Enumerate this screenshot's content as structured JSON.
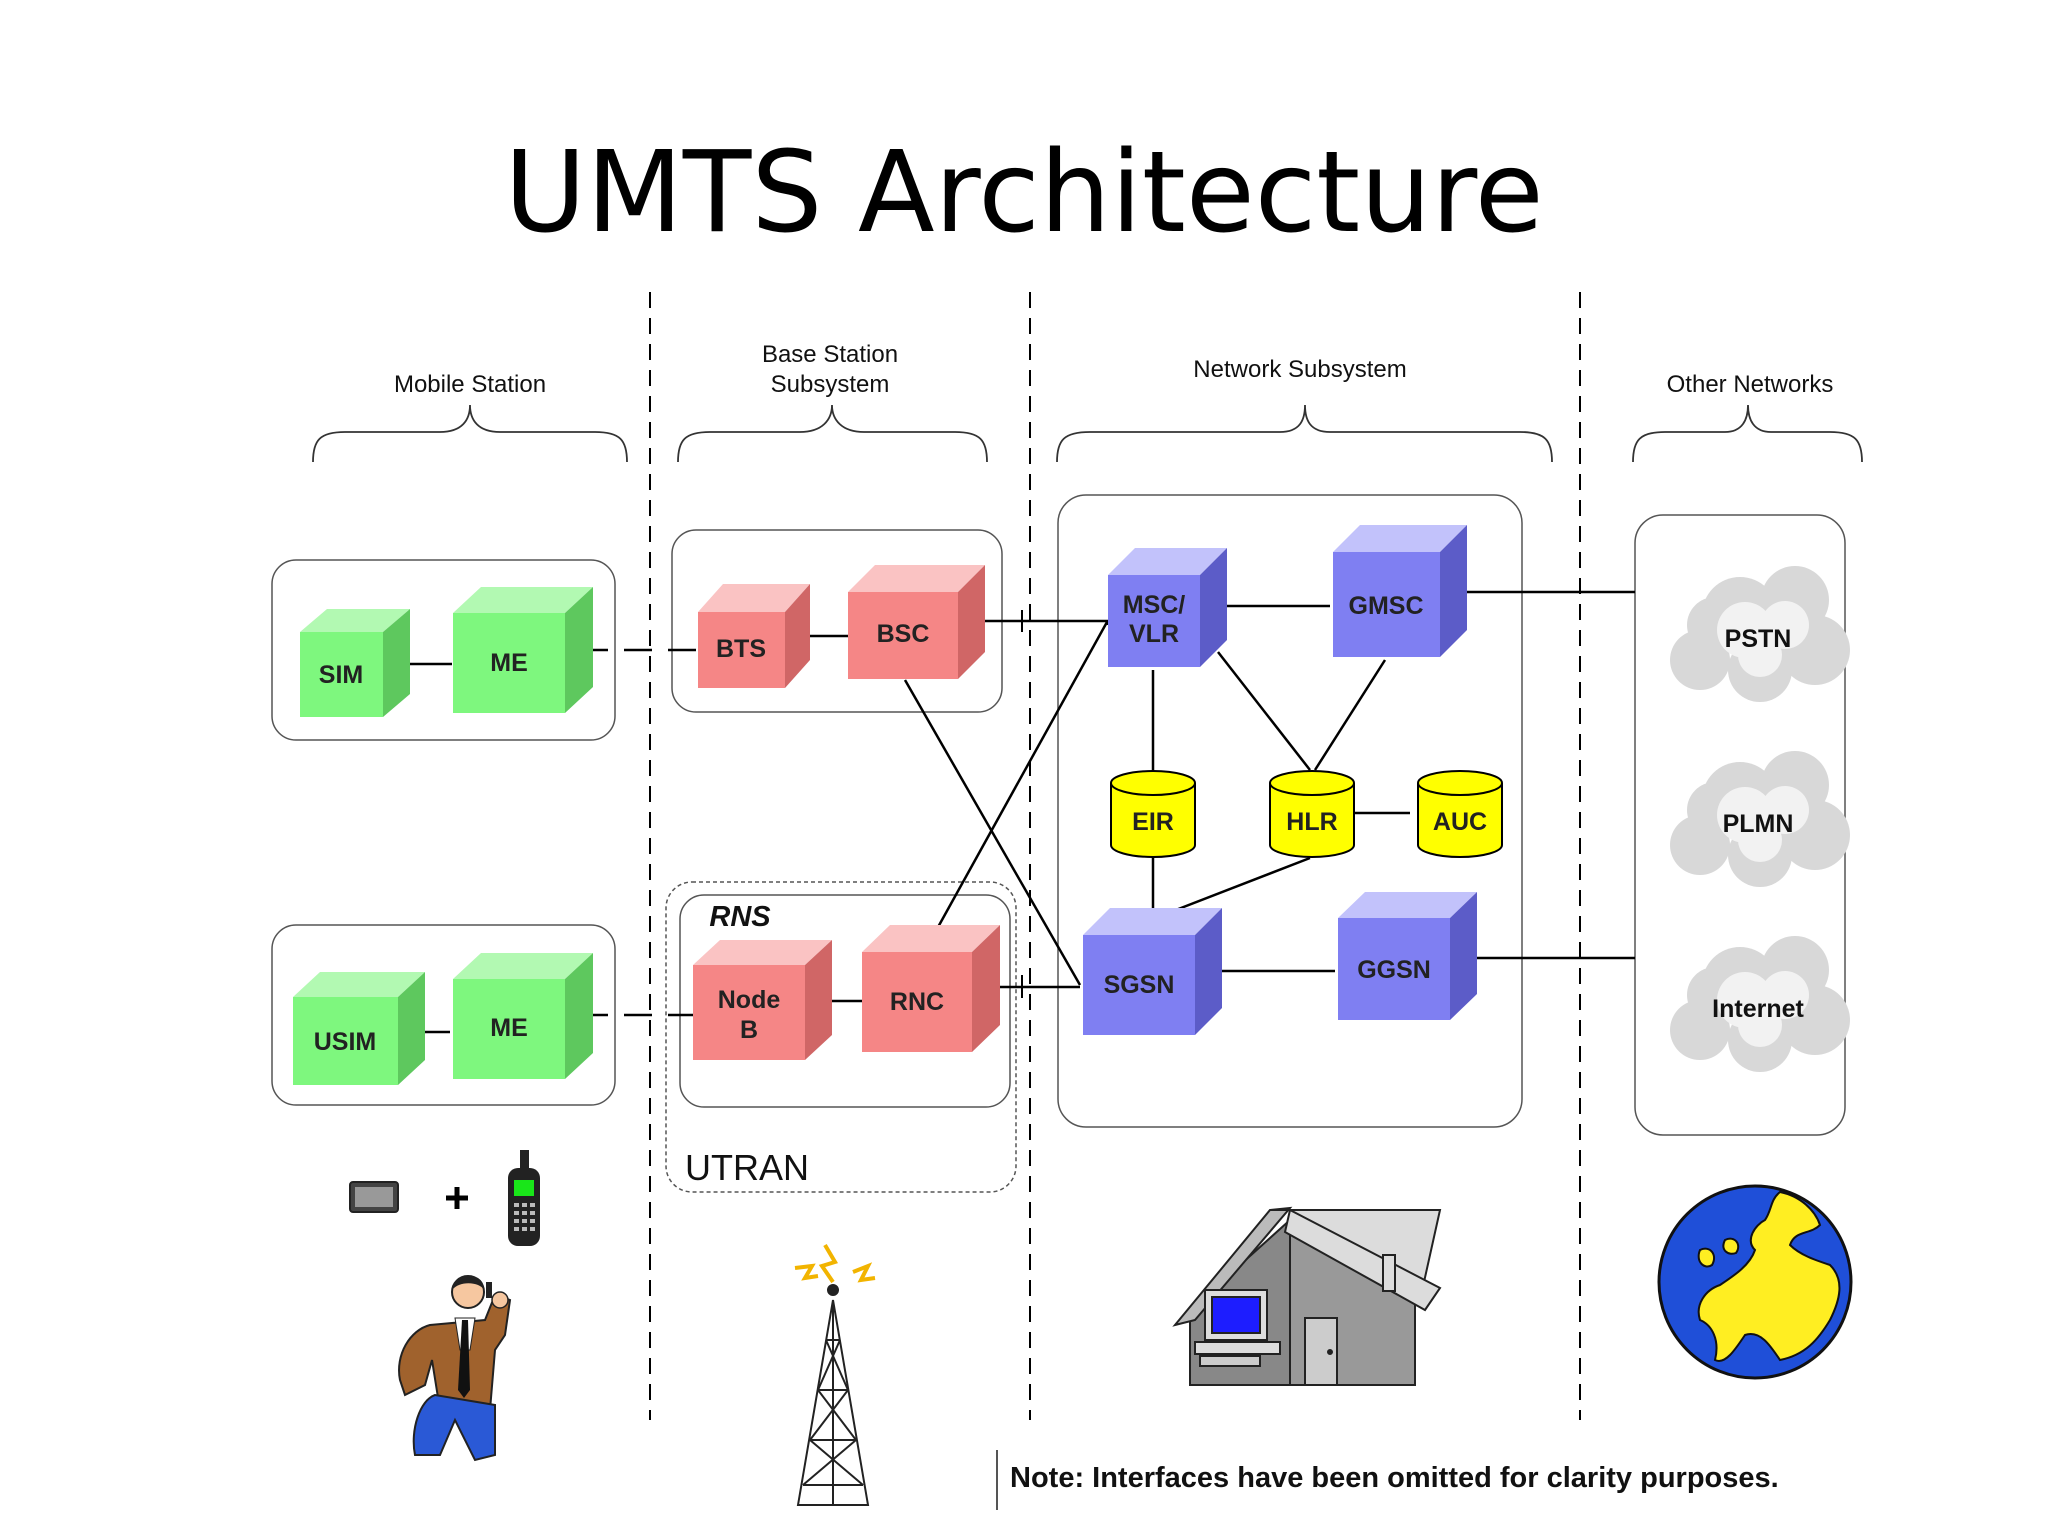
{
  "title": "UMTS Architecture",
  "sections": {
    "mobile_station": "Mobile Station",
    "base_station": [
      "Base Station",
      "Subsystem"
    ],
    "network_subsystem": "Network Subsystem",
    "other_networks": "Other Networks"
  },
  "nodes": {
    "sim": "SIM",
    "me_top": "ME",
    "usim": "USIM",
    "me_bottom": "ME",
    "bts": "BTS",
    "bsc": "BSC",
    "rns": "RNS",
    "node_b": [
      "Node",
      "B"
    ],
    "rnc": "RNC",
    "utran": "UTRAN",
    "msc_vlr": [
      "MSC/",
      "VLR"
    ],
    "gmsc": "GMSC",
    "eir": "EIR",
    "hlr": "HLR",
    "auc": "AUC",
    "sgsn": "SGSN",
    "ggsn": "GGSN",
    "pstn": "PSTN",
    "plmn": "PLMN",
    "internet": "Internet"
  },
  "note": "Note: Interfaces have been omitted for clarity purposes.",
  "colors": {
    "green_front": "#7ef77e",
    "green_top": "#b2f9b2",
    "green_side": "#5ec85e",
    "red_front": "#f58686",
    "red_top": "#fac3c3",
    "red_side": "#d06666",
    "blue_front": "#7f7ff2",
    "blue_top": "#c2c2fb",
    "blue_side": "#5c5cc8",
    "yellow": "#ffff00"
  }
}
